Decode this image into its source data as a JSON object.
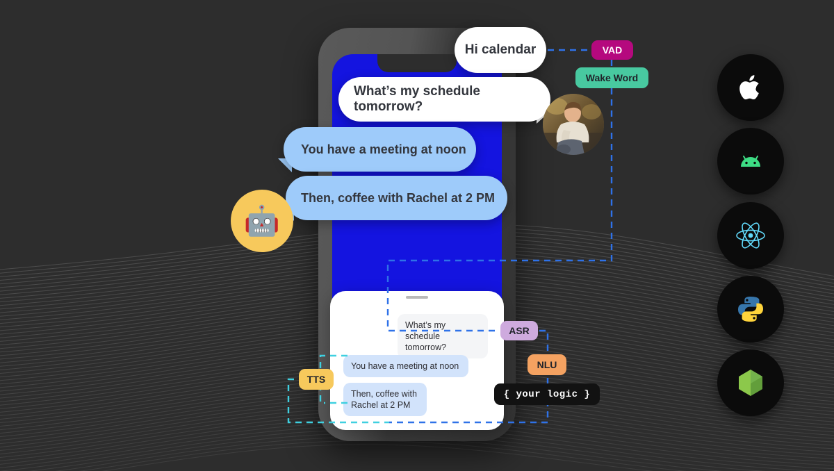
{
  "background": {
    "color": "#2d2d2d",
    "pattern": "topographic-wave-lines",
    "line_color": "#8d8d8d"
  },
  "phone": {
    "frame_color": "#545454",
    "screen_color": "#1414e0",
    "sheet_color": "#ffffff"
  },
  "bubbles": [
    {
      "id": "hi",
      "text": "Hi calendar",
      "style": "white",
      "speaker": "user"
    },
    {
      "id": "schedule",
      "text": "What’s my schedule tomorrow?",
      "style": "white",
      "speaker": "user"
    },
    {
      "id": "meeting",
      "text": "You have a meeting at noon",
      "style": "blue",
      "speaker": "bot"
    },
    {
      "id": "coffee",
      "text": "Then, coffee with Rachel at 2 PM",
      "style": "blue",
      "speaker": "bot"
    }
  ],
  "sheet": {
    "messages": [
      {
        "id": "user-1",
        "text": "What’s my schedule tomorrow?",
        "side": "right",
        "bg": "#f4f5f7"
      },
      {
        "id": "bot-1",
        "text": "You have a meeting at noon",
        "side": "left",
        "bg": "#d2e3fb"
      },
      {
        "id": "bot-2",
        "text": "Then, coffee with Rachel at 2 PM",
        "side": "left",
        "bg": "#d2e3fb"
      }
    ]
  },
  "avatars": {
    "bot": {
      "glyph": "🤖",
      "bg": "#f7c95c",
      "name": "robot-avatar"
    },
    "person": {
      "name": "person-photo-avatar",
      "description": "photo of a person crouching outdoors"
    }
  },
  "pipeline": {
    "badges": [
      {
        "id": "vad",
        "label": "VAD",
        "bg": "#b5097e",
        "fg": "#ffffff"
      },
      {
        "id": "wakeword",
        "label": "Wake Word",
        "bg": "#48c9a0",
        "fg": "#20232a"
      },
      {
        "id": "asr",
        "label": "ASR",
        "bg": "#ceaade",
        "fg": "#20232a"
      },
      {
        "id": "nlu",
        "label": "NLU",
        "bg": "#f4a261",
        "fg": "#20232a"
      },
      {
        "id": "tts",
        "label": "TTS",
        "bg": "#f7c95c",
        "fg": "#20232a"
      },
      {
        "id": "logic",
        "label": "{ your logic }",
        "bg": "#121212",
        "fg": "#ffffff"
      }
    ],
    "connector_colors": {
      "input": "#2f72e8",
      "output": "#3fd0e0"
    }
  },
  "platforms": [
    {
      "id": "apple",
      "name": "apple-icon",
      "color": "#ffffff"
    },
    {
      "id": "android",
      "name": "android-icon",
      "color": "#3ddc84"
    },
    {
      "id": "react",
      "name": "react-icon",
      "color": "#61dafb"
    },
    {
      "id": "python",
      "name": "python-icon",
      "color": "#ffd43b"
    },
    {
      "id": "node",
      "name": "node-icon",
      "color": "#5fa04e"
    }
  ]
}
